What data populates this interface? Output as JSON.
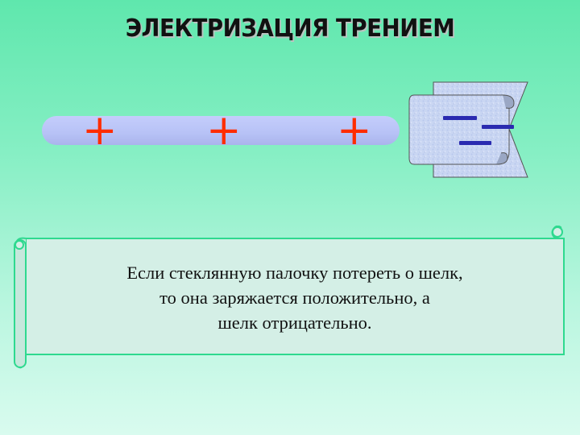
{
  "slide": {
    "title": "ЭЛЕКТРИЗАЦИЯ ТРЕНИЕМ",
    "rod_charges": [
      "+",
      "+",
      "+"
    ],
    "silk_charges": [
      "−",
      "−",
      "−"
    ],
    "message_lines": [
      "Если стеклянную палочку потереть о шелк,",
      "то она заряжается положительно, а",
      "шелк отрицательно."
    ]
  },
  "colors": {
    "background": "#86efc4",
    "rod": "#b7c2f6",
    "plus": "#ff2d00",
    "minus": "#2a2ab0",
    "scroll_border": "#2ed98f",
    "scroll_fill": "#d4efe6"
  }
}
